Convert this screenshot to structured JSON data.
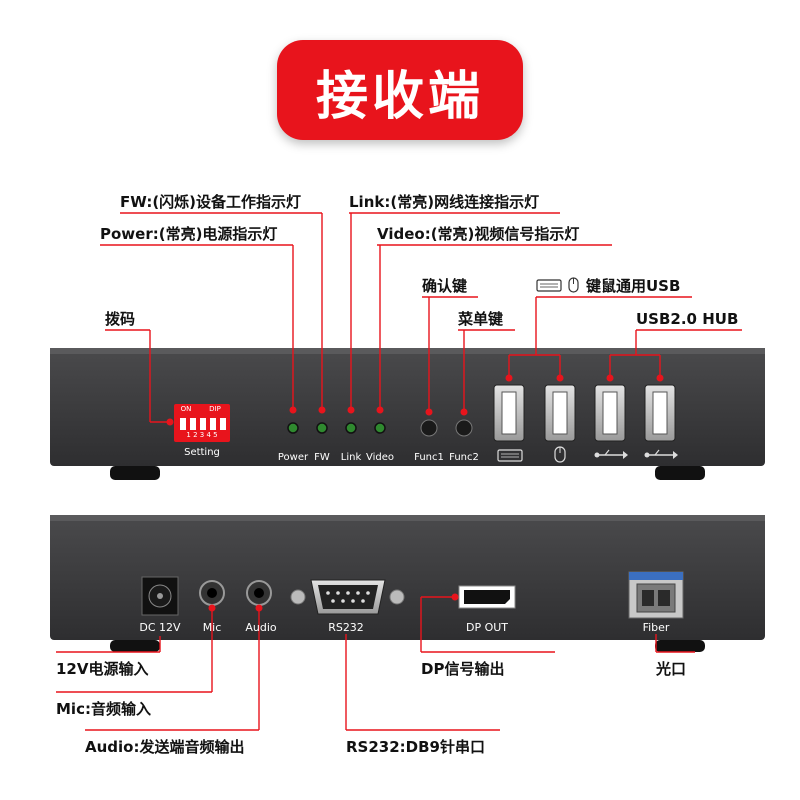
{
  "title": "接收端",
  "front_callouts": {
    "fw": "FW:(闪烁)设备工作指示灯",
    "power": "Power:(常亮)电源指示灯",
    "link": "Link:(常亮)网线连接指示灯",
    "video": "Video:(常亮)视频信号指示灯",
    "confirm": "确认键",
    "menu": "菜单键",
    "kvm_usb": "键鼠通用USB",
    "usb_hub": "USB2.0 HUB",
    "dip": "拨码"
  },
  "front_panel": {
    "dip_on": "ON",
    "dip_dip": "DIP",
    "dip_numbers": "1 2 3 4 5",
    "setting": "Setting",
    "led_power": "Power",
    "led_fw": "FW",
    "led_link": "Link",
    "led_video": "Video",
    "func1": "Func1",
    "func2": "Func2"
  },
  "rear_panel": {
    "dc": "DC 12V",
    "mic": "Mic",
    "audio": "Audio",
    "rs232": "RS232",
    "dp_out": "DP OUT",
    "fiber": "Fiber"
  },
  "rear_callouts": {
    "dc": "12V电源输入",
    "mic": "Mic:音频输入",
    "audio": "Audio:发送端音频输出",
    "rs232": "RS232:DB9针串口",
    "dp": "DP信号输出",
    "fiber": "光口"
  },
  "colors": {
    "accent": "#e8141c",
    "chassis": "#3a3a3c",
    "led": "#2f8a2f"
  }
}
